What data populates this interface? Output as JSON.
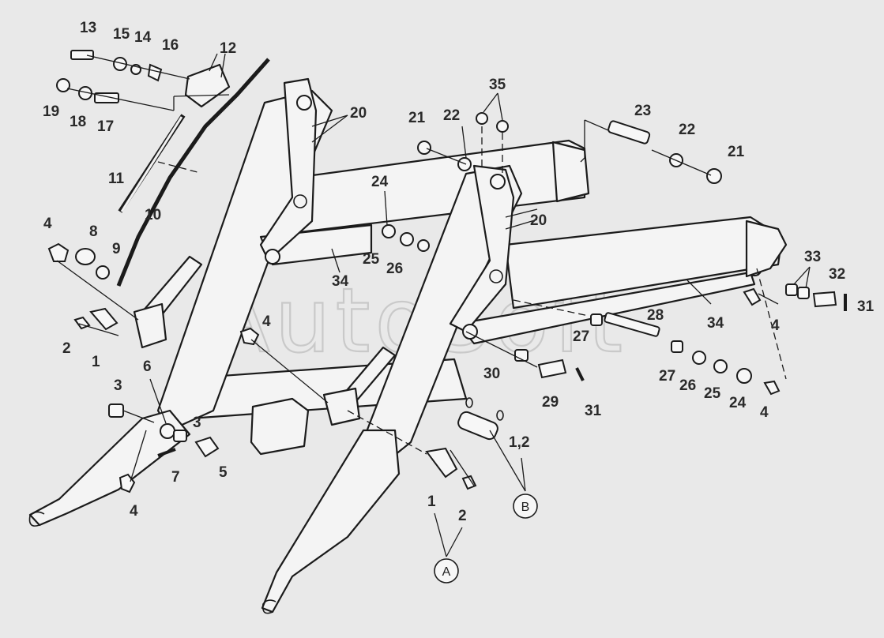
{
  "watermark": "AutoSoft",
  "labels": [
    {
      "id": "l13",
      "text": "13"
    },
    {
      "id": "l15",
      "text": "15"
    },
    {
      "id": "l14",
      "text": "14"
    },
    {
      "id": "l16",
      "text": "16"
    },
    {
      "id": "l12",
      "text": "12"
    },
    {
      "id": "l19",
      "text": "19"
    },
    {
      "id": "l18",
      "text": "18"
    },
    {
      "id": "l17",
      "text": "17"
    },
    {
      "id": "l20a",
      "text": "20"
    },
    {
      "id": "l11",
      "text": "11"
    },
    {
      "id": "l10",
      "text": "10"
    },
    {
      "id": "l4a",
      "text": "4"
    },
    {
      "id": "l8",
      "text": "8"
    },
    {
      "id": "l9",
      "text": "9"
    },
    {
      "id": "l2a",
      "text": "2"
    },
    {
      "id": "l1a",
      "text": "1"
    },
    {
      "id": "l4b",
      "text": "4"
    },
    {
      "id": "l3a",
      "text": "3"
    },
    {
      "id": "l6",
      "text": "6"
    },
    {
      "id": "l3b",
      "text": "3"
    },
    {
      "id": "l7",
      "text": "7"
    },
    {
      "id": "l5",
      "text": "5"
    },
    {
      "id": "l4c",
      "text": "4"
    },
    {
      "id": "l21a",
      "text": "21"
    },
    {
      "id": "l22a",
      "text": "22"
    },
    {
      "id": "l35",
      "text": "35"
    },
    {
      "id": "l23",
      "text": "23"
    },
    {
      "id": "l22b",
      "text": "22"
    },
    {
      "id": "l21b",
      "text": "21"
    },
    {
      "id": "l24a",
      "text": "24"
    },
    {
      "id": "l20b",
      "text": "20"
    },
    {
      "id": "l25a",
      "text": "25"
    },
    {
      "id": "l26a",
      "text": "26"
    },
    {
      "id": "l34a",
      "text": "34"
    },
    {
      "id": "l33",
      "text": "33"
    },
    {
      "id": "l32",
      "text": "32"
    },
    {
      "id": "l31a",
      "text": "31"
    },
    {
      "id": "l28",
      "text": "28"
    },
    {
      "id": "l34b",
      "text": "34"
    },
    {
      "id": "l4d",
      "text": "4"
    },
    {
      "id": "l27a",
      "text": "27"
    },
    {
      "id": "l30",
      "text": "30"
    },
    {
      "id": "l27b",
      "text": "27"
    },
    {
      "id": "l26b",
      "text": "26"
    },
    {
      "id": "l25b",
      "text": "25"
    },
    {
      "id": "l24b",
      "text": "24"
    },
    {
      "id": "l4e",
      "text": "4"
    },
    {
      "id": "l29",
      "text": "29"
    },
    {
      "id": "l31b",
      "text": "31"
    },
    {
      "id": "l12b",
      "text": "1,2"
    },
    {
      "id": "l1b",
      "text": "1"
    },
    {
      "id": "l2b",
      "text": "2"
    }
  ],
  "callouts": [
    {
      "id": "cB",
      "text": "B"
    },
    {
      "id": "cA",
      "text": "A"
    }
  ],
  "colors": {
    "background": "#e9e9e9",
    "ink": "#1b1b1b",
    "label": "#2a2a2a",
    "watermark": "#c9c9c9"
  }
}
